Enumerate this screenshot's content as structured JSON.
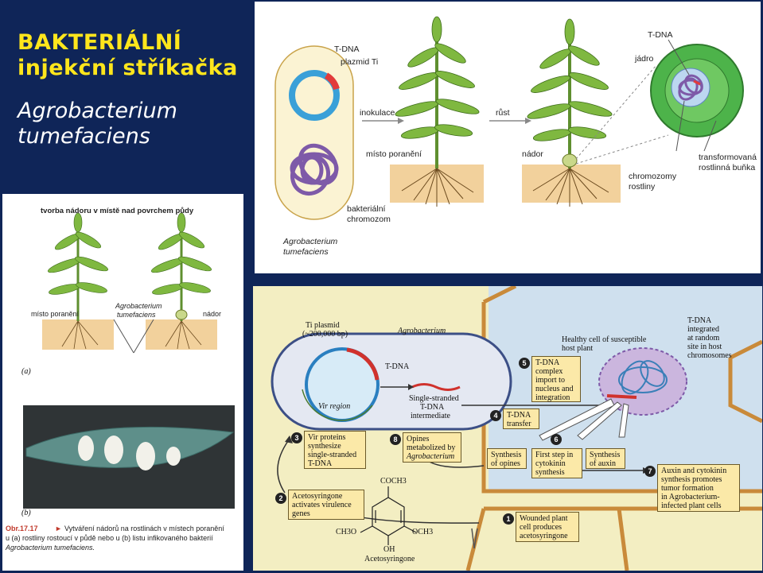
{
  "title": {
    "line1": "BAKTERIÁLNÍ",
    "line2": "injekční stříkačka",
    "species_line1": "Agrobacterium",
    "species_line2": "tumefaciens"
  },
  "top_panel": {
    "t_dna": "T-DNA",
    "plazmid": "plazmid Ti",
    "inokulace": "inokulace",
    "rust": "růst",
    "misto_poraneni": "místo poranění",
    "nador": "nádor",
    "bakterialni": "bakteriální",
    "chromozom": "chromozom",
    "agro_line1": "Agrobacterium",
    "agro_line2": "tumefaciens",
    "t_dna_2": "T-DNA",
    "jadro": "jádro",
    "transformovana": "transformovaná",
    "rostlinna_bunka": "rostlinná buňka",
    "chromozomy": "chromozomy",
    "rostliny": "rostliny"
  },
  "left_panel": {
    "heading": "tvorba nádoru v místě nad povrchem půdy",
    "misto_poraneni": "místo poranění",
    "agro_line1": "Agrobacterium",
    "agro_line2": "tumefaciens",
    "nador": "nádor",
    "label_a": "(a)",
    "label_b": "(b)",
    "caption_fig": "Obr.17.17",
    "caption_line1": "Vytváření nádorů na rostlinách v místech poranění",
    "caption_line2": "u (a) rostliny rostoucí v půdě nebo u (b) listu infikovaného bakterií",
    "caption_line3": "Agrobacterium tumefaciens."
  },
  "bottom_panel": {
    "ti_plasmid_1": "Ti plasmid",
    "ti_plasmid_2": "(~200,000 bp)",
    "agrobacterium": "Agrobacterium",
    "t_dna": "T-DNA",
    "vir_region": "Vir region",
    "ss_1": "Single-stranded",
    "ss_2": "T-DNA",
    "ss_3": "intermediate",
    "healthy_1": "Healthy cell of susceptible",
    "healthy_2": "host plant",
    "integ_1": "T-DNA",
    "integ_2": "integrated",
    "integ_3": "at random",
    "integ_4": "site in host",
    "integ_5": "chromosomes",
    "s5_1": "T-DNA",
    "s5_2": "complex",
    "s5_3": "import to",
    "s5_4": "nucleus and",
    "s5_5": "integration",
    "s4_1": "T-DNA",
    "s4_2": "transfer",
    "s3_1": "Vir proteins",
    "s3_2": "synthesize",
    "s3_3": "single-stranded",
    "s3_4": "T-DNA",
    "s8_1": "Opines",
    "s8_2": "metabolized by",
    "s8_3": "Agrobacterium",
    "opines_1": "Synthesis",
    "opines_2": "of opines",
    "s6_1": "First step in",
    "s6_2": "cytokinin",
    "s6_3": "synthesis",
    "auxin_1": "Synthesis",
    "auxin_2": "of auxin",
    "s7_1": "Auxin and cytokinin",
    "s7_2": "synthesis promotes",
    "s7_3": "tumor formation",
    "s7_4": "in Agrobacterium-",
    "s7_5": "infected plant cells",
    "s2_1": "Acetosyringone",
    "s2_2": "activates virulence",
    "s2_3": "genes",
    "s1_1": "Wounded plant",
    "s1_2": "cell produces",
    "s1_3": "acetosyringone",
    "cooch3": "COCH3",
    "ch3o": "CH3O",
    "och3": "OCH3",
    "oh": "OH",
    "acetosyringone": "Acetosyringone",
    "n1": "1",
    "n2": "2",
    "n3": "3",
    "n4": "4",
    "n5": "5",
    "n6": "6",
    "n7": "7",
    "n8": "8"
  }
}
